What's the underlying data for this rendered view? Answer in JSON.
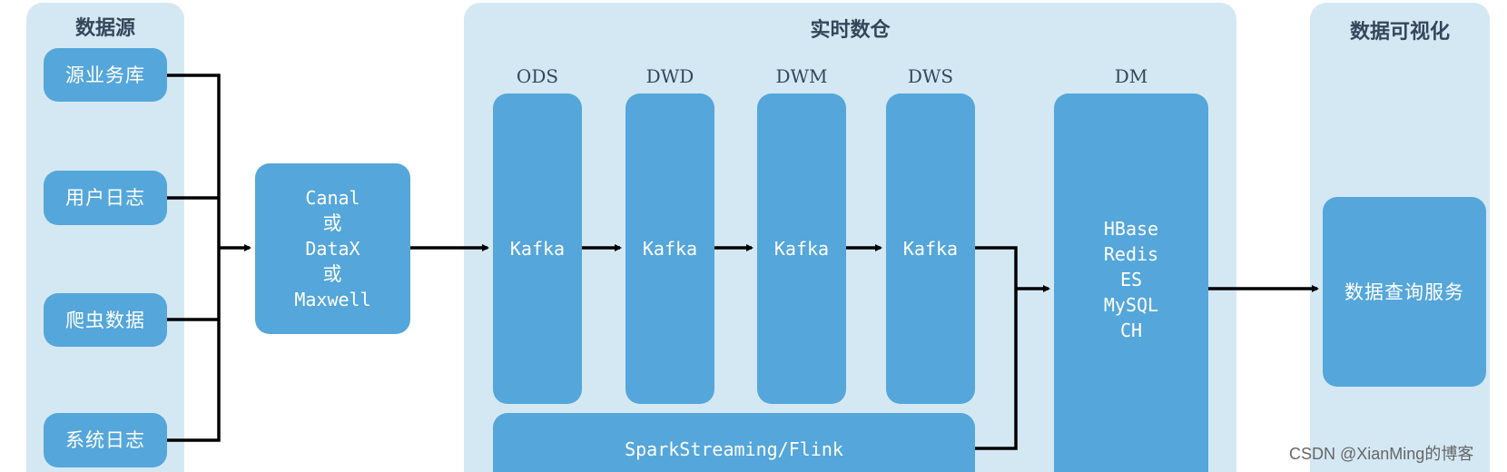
{
  "sources": {
    "title": "数据源",
    "items": [
      "源业务库",
      "用户日志",
      "爬虫数据",
      "系统日志"
    ]
  },
  "collector": {
    "lines": [
      "Canal",
      "或",
      "DataX",
      "或",
      "Maxwell"
    ]
  },
  "warehouse": {
    "title": "实时数仓",
    "layers": [
      {
        "name": "ODS",
        "content": "Kafka"
      },
      {
        "name": "DWD",
        "content": "Kafka"
      },
      {
        "name": "DWM",
        "content": "Kafka"
      },
      {
        "name": "DWS",
        "content": "Kafka"
      }
    ],
    "dm": {
      "name": "DM",
      "lines": [
        "HBase",
        "Redis",
        "ES",
        "MySQL",
        "CH"
      ]
    },
    "engine": "SparkStreaming/Flink"
  },
  "visualization": {
    "title": "数据可视化",
    "service": "数据查询服务"
  },
  "watermark": "CSDN @XianMing的博客",
  "colors": {
    "panel": "#d4e8f4",
    "box": "#55a6da",
    "title": "#34465a",
    "line": "#000000"
  }
}
